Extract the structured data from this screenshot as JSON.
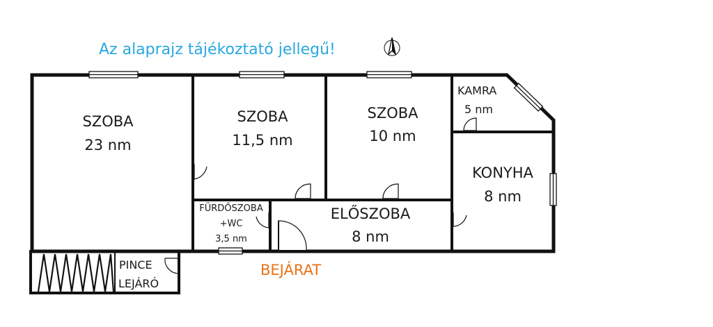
{
  "notice": "Az alaprajz tájékoztató jellegű!",
  "rooms": {
    "szoba1": {
      "name": "SZOBA",
      "area": "23 nm"
    },
    "szoba2": {
      "name": "SZOBA",
      "area": "11,5 nm"
    },
    "szoba3": {
      "name": "SZOBA",
      "area": "10 nm"
    },
    "kamra": {
      "name": "KAMRA",
      "area": "5 nm"
    },
    "konyha": {
      "name": "KONYHA",
      "area": "8 nm"
    },
    "furdo": {
      "name": "FÜRDŐSZOBA",
      "sub": "+WC",
      "area": "3,5 nm"
    },
    "eloszoba": {
      "name": "ELŐSZOBA",
      "area": "8 nm"
    },
    "pince": {
      "line1": "PINCE",
      "line2": "LEJÁRÓ"
    }
  },
  "entrance": "BEJÁRAT",
  "compass_icon": "north-arrow-icon",
  "colors": {
    "notice": "#29a8df",
    "entrance": "#e8731a",
    "wall": "#111111"
  }
}
